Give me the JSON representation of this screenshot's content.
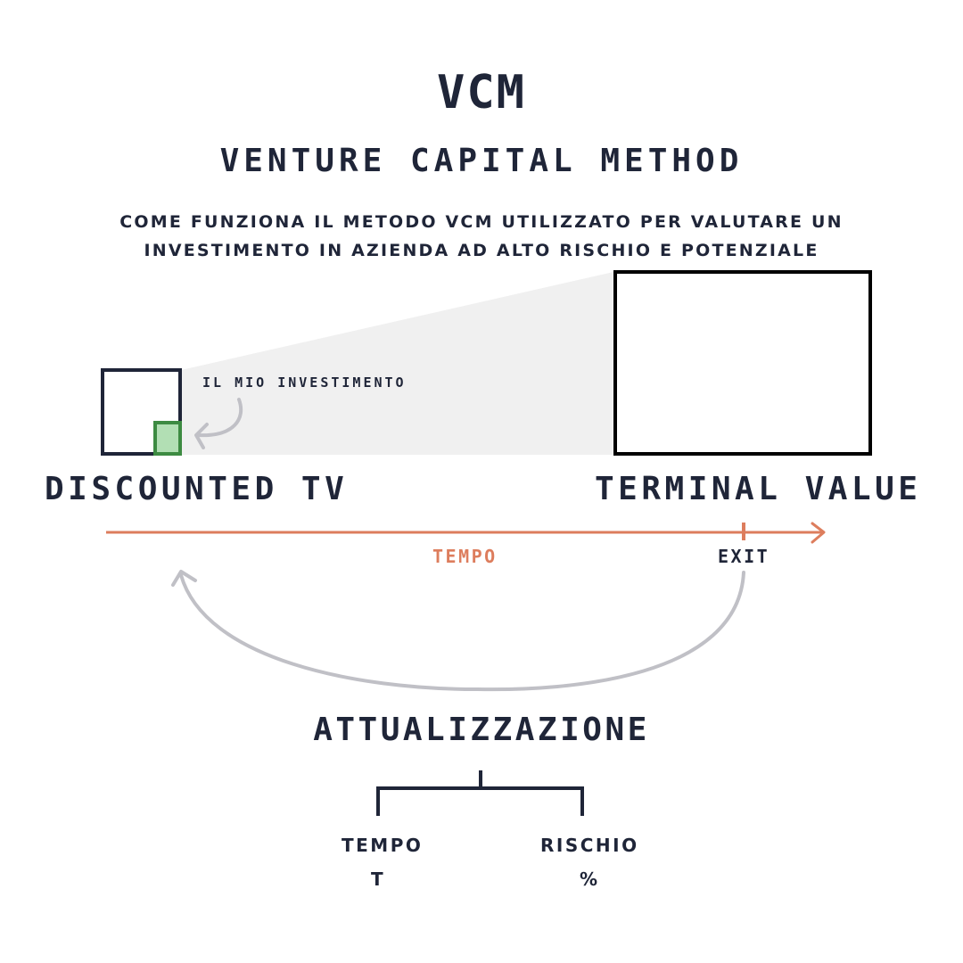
{
  "title": "VCM",
  "subtitle": "VENTURE CAPITAL METHOD",
  "description_line1": "COME FUNZIONA IL METODO VCM UTILIZZATO PER VALUTARE UN",
  "description_line2": "INVESTIMENTO IN AZIENDA AD ALTO RISCHIO E POTENZIALE",
  "investment_label": "IL MIO INVESTIMENTO",
  "discounted_label": "DISCOUNTED TV",
  "terminal_label": "TERMINAL VALUE",
  "timeline": {
    "axis_label": "TEMPO",
    "exit_label": "EXIT"
  },
  "actualization": {
    "label": "ATTUALIZZAZIONE",
    "factors": [
      {
        "name": "TEMPO",
        "symbol": "T"
      },
      {
        "name": "RISCHIO",
        "symbol": "%"
      }
    ]
  },
  "colors": {
    "text": "#1f2538",
    "accent": "#dd7d5d",
    "investment_fill": "#b2dfb4",
    "investment_border": "#3d8b42",
    "cone": "#f0f0f0",
    "arc": "#c0c0c6"
  }
}
